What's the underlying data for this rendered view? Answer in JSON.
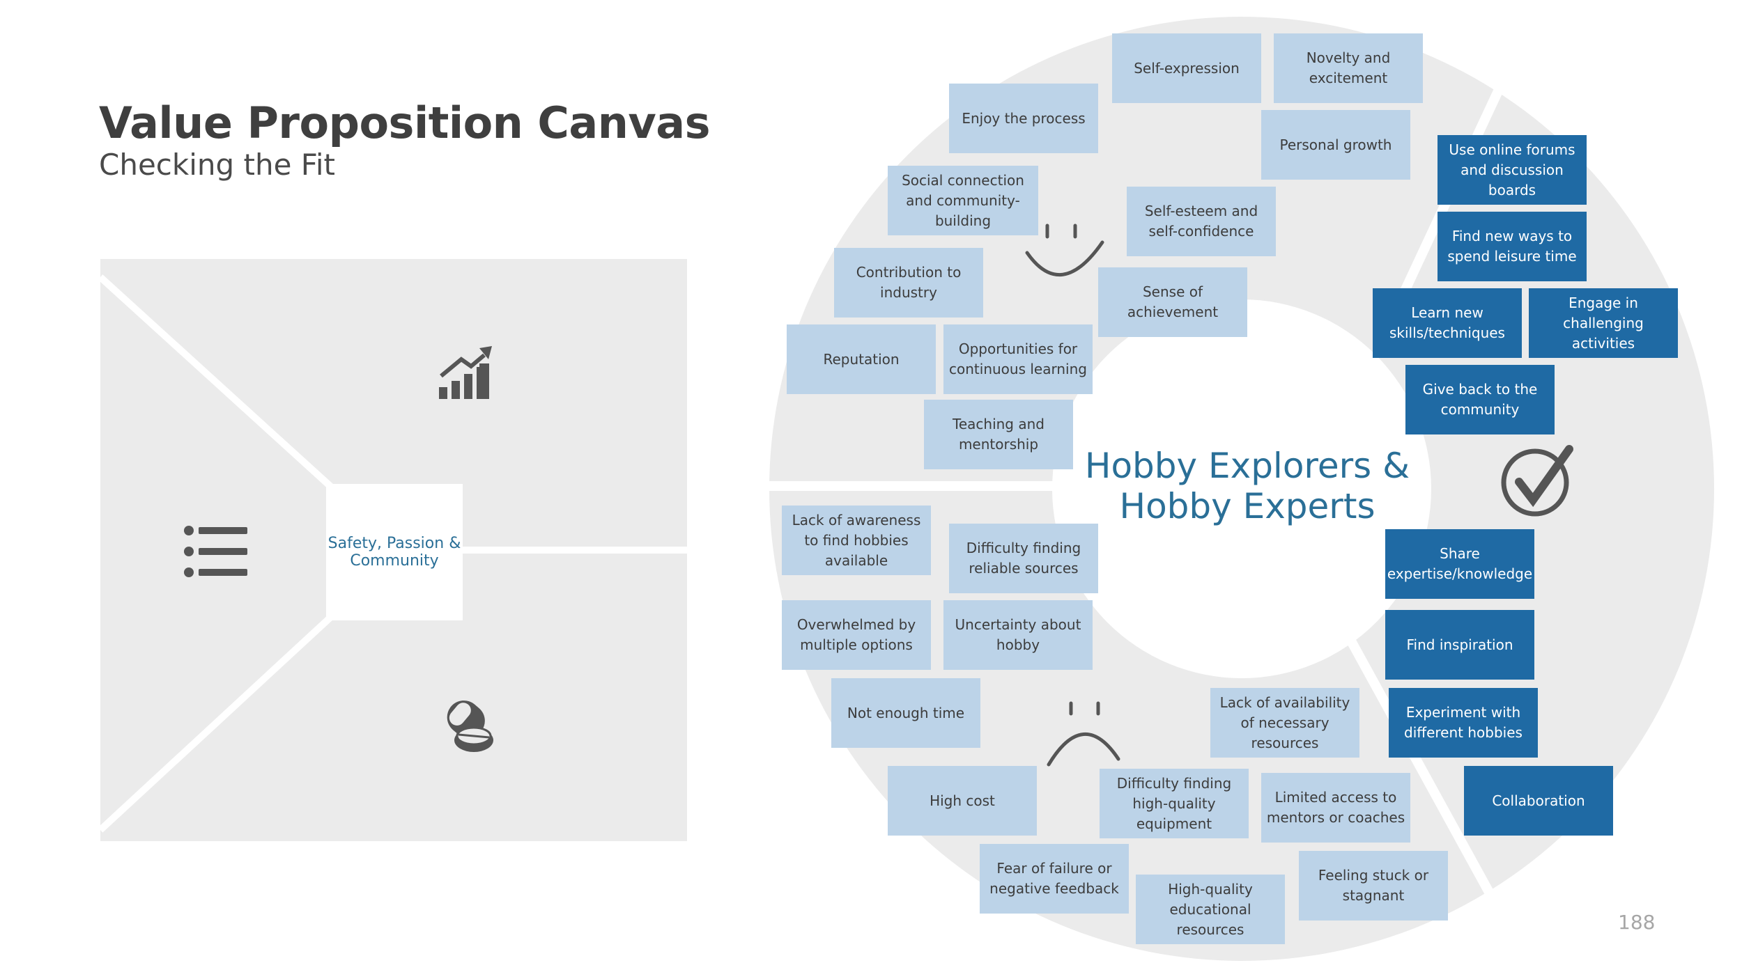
{
  "header": {
    "title": "Value Proposition Canvas",
    "subtitle": "Checking the Fit"
  },
  "value_map": {
    "center_label": "Safety, Passion & Community",
    "icons": [
      "gains-creators-chart-icon",
      "products-list-icon",
      "pain-relievers-pill-icon"
    ]
  },
  "customer_profile": {
    "segment": "Hobby Explorers & Hobby Experts",
    "gains": [
      "Self-expression",
      "Novelty and excitement",
      "Enjoy the process",
      "Personal growth",
      "Social connection and community-building",
      "Self-esteem and self-confidence",
      "Contribution to industry",
      "Sense of achievement",
      "Reputation",
      "Opportunities for continuous learning",
      "Teaching and mentorship"
    ],
    "pains": [
      "Lack of awareness to find hobbies available",
      "Difficulty finding reliable sources",
      "Overwhelmed by multiple options",
      "Uncertainty about hobby",
      "Not enough time",
      "Lack of availability of necessary resources",
      "High cost",
      "Difficulty finding high-quality equipment",
      "Limited access to mentors or coaches",
      "Fear of failure or negative feedback",
      "Feeling stuck or stagnant",
      "High-quality educational resources"
    ],
    "jobs": [
      "Use online forums and discussion boards",
      "Find new ways to spend leisure time",
      "Learn new skills/techniques",
      "Engage in challenging activities",
      "Give back to the community",
      "Share expertise/knowledge",
      "Find inspiration",
      "Experiment with different hobbies",
      "Collaboration"
    ],
    "icons": [
      "happy-face-icon",
      "sad-face-icon",
      "checkmark-icon"
    ]
  },
  "colors": {
    "light_card": "#bcd3e8",
    "dark_card": "#1f6aa4",
    "accent_text": "#2a6f97",
    "canvas_bg": "#ebebeb"
  },
  "footer": {
    "page_number": "188"
  }
}
